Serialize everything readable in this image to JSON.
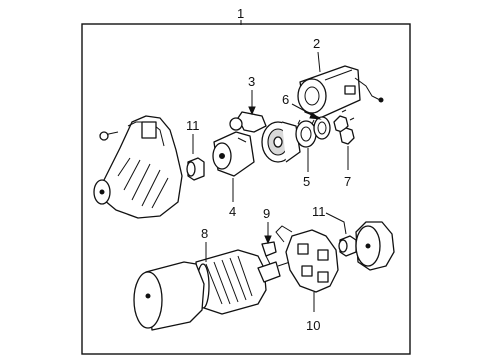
{
  "callouts": [
    {
      "id": "1",
      "text": "1"
    },
    {
      "id": "2",
      "text": "2"
    },
    {
      "id": "3",
      "text": "3"
    },
    {
      "id": "4",
      "text": "4"
    },
    {
      "id": "5",
      "text": "5"
    },
    {
      "id": "6",
      "text": "6"
    },
    {
      "id": "7",
      "text": "7"
    },
    {
      "id": "8",
      "text": "8"
    },
    {
      "id": "9",
      "text": "9"
    },
    {
      "id": "10",
      "text": "10"
    },
    {
      "id": "11a",
      "text": "11"
    },
    {
      "id": "11b",
      "text": "11"
    }
  ]
}
